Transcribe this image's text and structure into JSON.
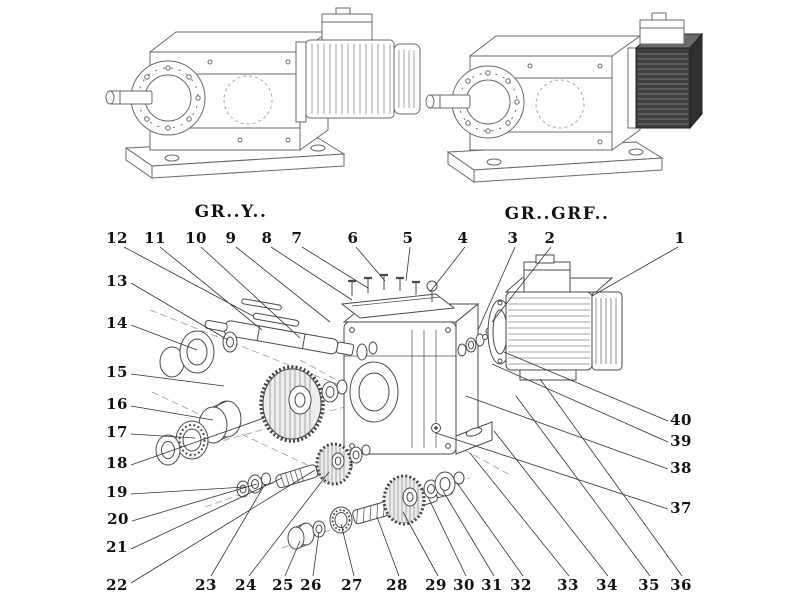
{
  "colors": {
    "background": "#ffffff",
    "line": "#4a4a4a",
    "dark_motor": "#3f3f3f"
  },
  "titles": {
    "left": "GR..Y..",
    "right": "GR..GRF.."
  },
  "callouts": {
    "top": [
      "12",
      "11",
      "10",
      "9",
      "8",
      "7",
      "6",
      "5",
      "4",
      "3",
      "2"
    ],
    "one": "1",
    "left": [
      "13",
      "14",
      "15",
      "16",
      "17",
      "18",
      "19",
      "20",
      "21",
      "22"
    ],
    "bottom": [
      "23",
      "24",
      "25",
      "26",
      "27",
      "28",
      "29",
      "30",
      "31",
      "32",
      "33",
      "34",
      "35",
      "36"
    ],
    "right": [
      "40",
      "39",
      "38",
      "37"
    ]
  }
}
